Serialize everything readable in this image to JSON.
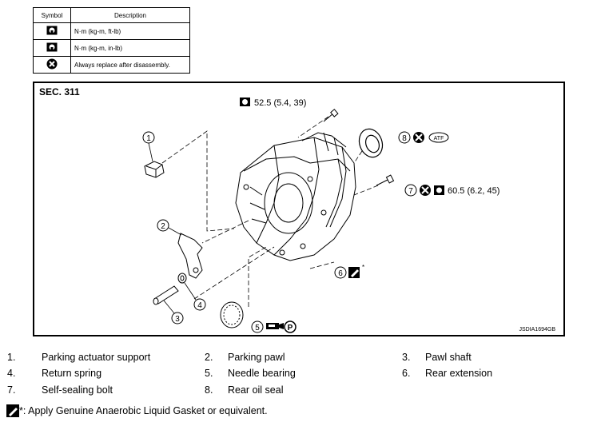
{
  "legend": {
    "col_symbol": "Symbol",
    "col_description": "Description",
    "rows": [
      {
        "icon": "torque-wrench-icon",
        "description": "N·m (kg-m, ft-lb)"
      },
      {
        "icon": "torque-wrench-icon",
        "description": "N·m (kg-m, in-lb)"
      },
      {
        "icon": "always-replace-icon",
        "description": "Always replace after disassembly."
      }
    ]
  },
  "diagram": {
    "section": "SEC. 311",
    "torque_top": "52.5 (5.4, 39)",
    "torque_right": "60.5 (6.2, 45)",
    "atf": "ATF",
    "figure_id": "JSDIA1694GB",
    "callouts": [
      "1",
      "2",
      "3",
      "4",
      "5",
      "6",
      "7",
      "8"
    ],
    "p_mark": "P",
    "asterisk": "*"
  },
  "parts": [
    {
      "num": "1.",
      "name": "Parking actuator support"
    },
    {
      "num": "2.",
      "name": "Parking pawl"
    },
    {
      "num": "3.",
      "name": "Pawl shaft"
    },
    {
      "num": "4.",
      "name": "Return spring"
    },
    {
      "num": "5.",
      "name": "Needle bearing"
    },
    {
      "num": "6.",
      "name": "Rear extension"
    },
    {
      "num": "7.",
      "name": "Self-sealing bolt"
    },
    {
      "num": "8.",
      "name": "Rear oil seal"
    }
  ],
  "note": {
    "text": "*: Apply Genuine Anaerobic Liquid Gasket or equivalent."
  }
}
